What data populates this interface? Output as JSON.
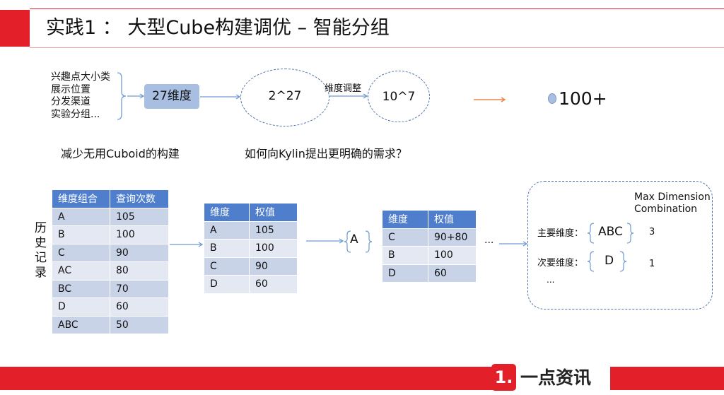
{
  "header": {
    "title": "实践1 ： 大型Cube构建调优 – 智能分组"
  },
  "top_flow": {
    "dimension_types": [
      "兴趣点大小类",
      "展示位置",
      "分发渠道",
      "实验分组..."
    ],
    "dim_count_label": "27维度",
    "combos_before": "2^27",
    "adjust_label": "维度调整",
    "combos_after": "10^7",
    "result_label": "100+",
    "caption_left": "减少无用Cuboid的构建",
    "caption_right": "如何向Kylin提出更明确的需求？"
  },
  "history_label": "历史记录",
  "table_history": {
    "headers": [
      "维度组合",
      "查询次数"
    ],
    "rows": [
      [
        "A",
        "105"
      ],
      [
        "B",
        "100"
      ],
      [
        "C",
        "90"
      ],
      [
        "AC",
        "80"
      ],
      [
        "BC",
        "70"
      ],
      [
        "D",
        "60"
      ],
      [
        "ABC",
        "50"
      ]
    ]
  },
  "table_weight1": {
    "headers": [
      "维度",
      "权值"
    ],
    "rows": [
      [
        "A",
        "105"
      ],
      [
        "B",
        "100"
      ],
      [
        "C",
        "90"
      ],
      [
        "D",
        "60"
      ]
    ]
  },
  "selected_dim": "A",
  "table_weight2": {
    "headers": [
      "维度",
      "权值"
    ],
    "rows": [
      [
        "C",
        "90+80"
      ],
      [
        "B",
        "100"
      ],
      [
        "D",
        "60"
      ]
    ]
  },
  "ellipsis": "...",
  "group_box": {
    "mdc_line1": "Max Dimension",
    "mdc_line2": "Combination",
    "major_label": "主要维度：",
    "major_value": "ABC",
    "major_mdc": "3",
    "minor_label": "次要维度：",
    "minor_value": "D",
    "minor_mdc": "1",
    "more": "..."
  },
  "footer": {
    "logo_badge": "1.",
    "logo_text": "一点资讯"
  },
  "colors": {
    "brand_red": "#e3202a",
    "table_header": "#4f7fcc",
    "arrow_blue": "#6f9bd1",
    "arrow_orange": "#e8854a"
  }
}
